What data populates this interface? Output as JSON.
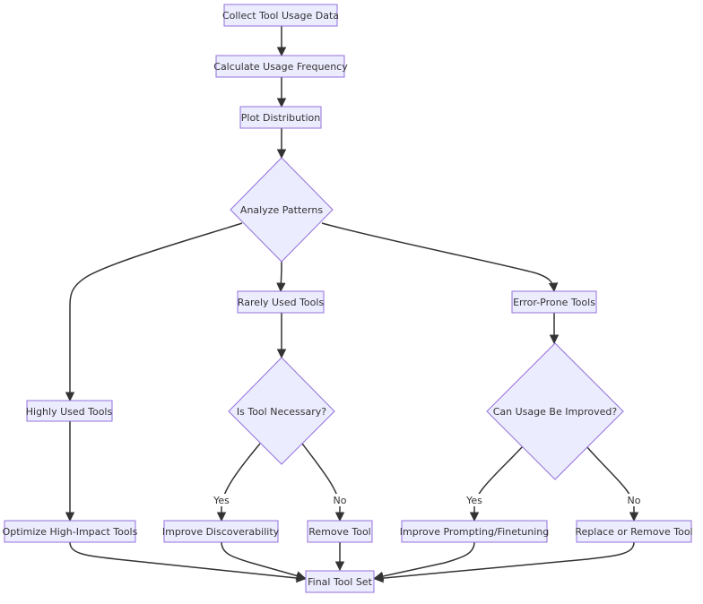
{
  "nodes": {
    "collect": "Collect Tool Usage Data",
    "calc": "Calculate Usage Frequency",
    "plot": "Plot Distribution",
    "analyze": "Analyze Patterns",
    "highly": "Highly Used Tools",
    "rarely": "Rarely Used Tools",
    "error": "Error-Prone Tools",
    "necessary": "Is Tool Necessary?",
    "improved": "Can Usage Be Improved?",
    "optimize": "Optimize High-Impact Tools",
    "discover": "Improve Discoverability",
    "remove": "Remove Tool",
    "prompting": "Improve Prompting/Finetuning",
    "replace": "Replace or Remove Tool",
    "final": "Final Tool Set"
  },
  "edge_labels": {
    "necessary_yes": "Yes",
    "necessary_no": "No",
    "improved_yes": "Yes",
    "improved_no": "No"
  }
}
